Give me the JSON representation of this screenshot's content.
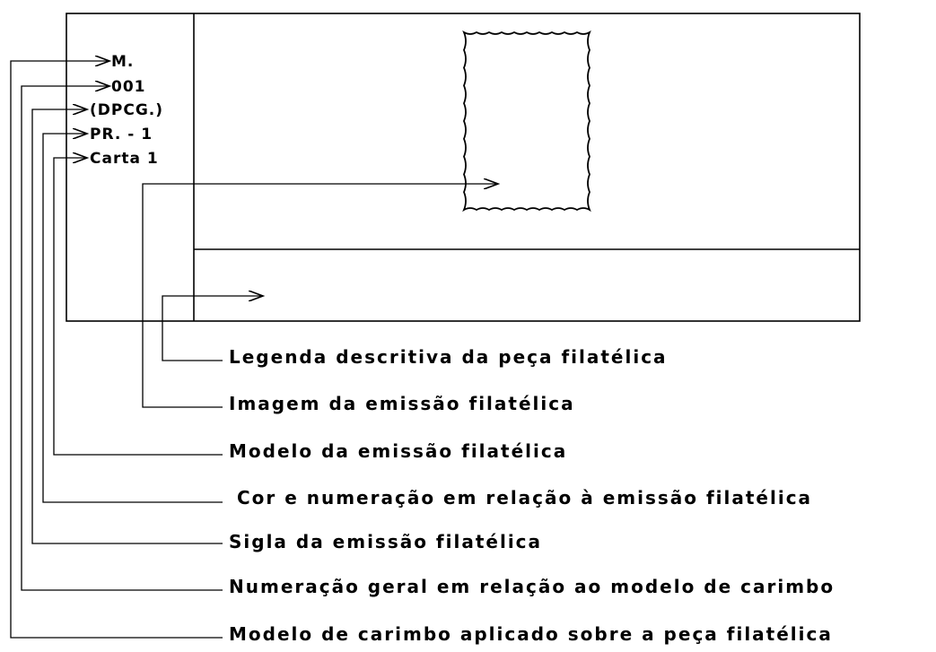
{
  "codes": {
    "model": "M.",
    "number": "001",
    "acronym": "(DPCG.)",
    "color_number": "PR. - 1",
    "emission_model": "Carta 1"
  },
  "legends": [
    "Legenda descritiva da peça filatélica",
    "Imagem da emissão filatélica",
    "Modelo da emissão filatélica",
    " Cor e numeração em relação à emissão filatélica",
    "Sigla da emissão filatélica",
    "Numeração geral em relação ao modelo de carimbo",
    "Modelo de carimbo aplicado sobre a peça filatélica"
  ]
}
